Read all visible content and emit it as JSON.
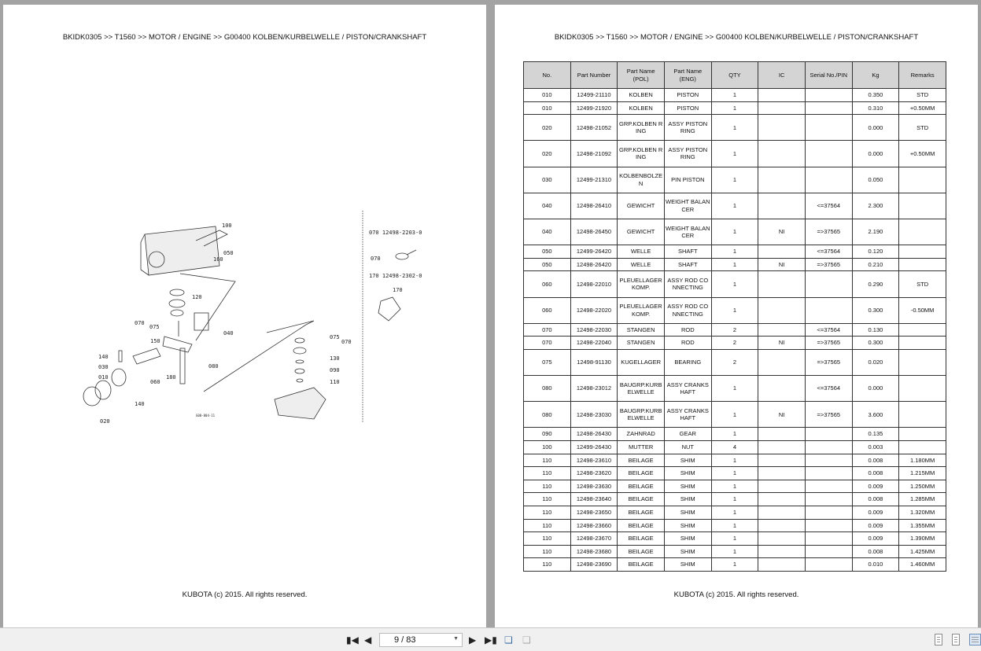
{
  "breadcrumb": "BKIDK0305 >> T1560 >> MOTOR / ENGINE >> G00400   KOLBEN/KURBELWELLE / PISTON/CRANKSHAFT",
  "footer": "KUBOTA (c) 2015. All rights reserved.",
  "diagram": {
    "callouts": [
      "100",
      "050",
      "160",
      "120",
      "070",
      "075",
      "040",
      "150",
      "140",
      "030",
      "010",
      "080",
      "180",
      "060",
      "140",
      "020",
      "075",
      "070",
      "130",
      "090",
      "110"
    ],
    "inset": [
      "070  12498-2203-0",
      "070",
      "170  12498-2302-0",
      "170"
    ],
    "code": "G00-004-11"
  },
  "table": {
    "headers": [
      "No.",
      "Part Number",
      "Part Name (POL)",
      "Part Name (ENG)",
      "QTY",
      "IC",
      "Serial No./PIN",
      "Kg",
      "Remarks"
    ],
    "rows": [
      [
        "010",
        "12499-21110",
        "KOLBEN",
        "PISTON",
        "1",
        "",
        "",
        "0.350",
        "STD"
      ],
      [
        "010",
        "12499-21920",
        "KOLBEN",
        "PISTON",
        "1",
        "",
        "",
        "0.310",
        "+0.50MM"
      ],
      [
        "020",
        "12498-21052",
        "GRP.KOLBEN RING",
        "ASSY PISTON RING",
        "1",
        "",
        "",
        "0.000",
        "STD"
      ],
      [
        "020",
        "12498-21092",
        "GRP.KOLBEN RING",
        "ASSY PISTON RING",
        "1",
        "",
        "",
        "0.000",
        "+0.50MM"
      ],
      [
        "030",
        "12499-21310",
        "KOLBENBOLZEN",
        "PIN PISTON",
        "1",
        "",
        "",
        "0.050",
        ""
      ],
      [
        "040",
        "12498-26410",
        "GEWICHT",
        "WEIGHT BALANCER",
        "1",
        "",
        "<=37564",
        "2.300",
        ""
      ],
      [
        "040",
        "12498-26450",
        "GEWICHT",
        "WEIGHT BALANCER",
        "1",
        "NI",
        "=>37565",
        "2.190",
        ""
      ],
      [
        "050",
        "12499-26420",
        "WELLE",
        "SHAFT",
        "1",
        "",
        "<=37564",
        "0.120",
        ""
      ],
      [
        "050",
        "12498-26420",
        "WELLE",
        "SHAFT",
        "1",
        "NI",
        "=>37565",
        "0.210",
        ""
      ],
      [
        "060",
        "12498-22010",
        "PLEUELLAGER KOMP.",
        "ASSY ROD CONNECTING",
        "1",
        "",
        "",
        "0.290",
        "STD"
      ],
      [
        "060",
        "12498-22020",
        "PLEUELLAGER KOMP.",
        "ASSY ROD CONNECTING",
        "1",
        "",
        "",
        "0.300",
        "-0.50MM"
      ],
      [
        "070",
        "12498-22030",
        "STANGEN",
        "ROD",
        "2",
        "",
        "<=37564",
        "0.130",
        ""
      ],
      [
        "070",
        "12498-22040",
        "STANGEN",
        "ROD",
        "2",
        "NI",
        "=>37565",
        "0.300",
        ""
      ],
      [
        "075",
        "12498-91130",
        "KUGELLAGER",
        "BEARING",
        "2",
        "",
        "=>37565",
        "0.020",
        ""
      ],
      [
        "080",
        "12498-23012",
        "BAUGRP.KURBELWELLE",
        "ASSY CRANKSHAFT",
        "1",
        "",
        "<=37564",
        "0.000",
        ""
      ],
      [
        "080",
        "12498-23030",
        "BAUGRP.KURBELWELLE",
        "ASSY CRANKSHAFT",
        "1",
        "NI",
        "=>37565",
        "3.600",
        ""
      ],
      [
        "090",
        "12498-26430",
        "ZAHNRAD",
        "GEAR",
        "1",
        "",
        "",
        "0.135",
        ""
      ],
      [
        "100",
        "12499-26430",
        "MUTTER",
        "NUT",
        "4",
        "",
        "",
        "0.003",
        ""
      ],
      [
        "110",
        "12498-23610",
        "BEILAGE",
        "SHIM",
        "1",
        "",
        "",
        "0.008",
        "1.180MM"
      ],
      [
        "110",
        "12498-23620",
        "BEILAGE",
        "SHIM",
        "1",
        "",
        "",
        "0.008",
        "1.215MM"
      ],
      [
        "110",
        "12498-23630",
        "BEILAGE",
        "SHIM",
        "1",
        "",
        "",
        "0.009",
        "1.250MM"
      ],
      [
        "110",
        "12498-23640",
        "BEILAGE",
        "SHIM",
        "1",
        "",
        "",
        "0.008",
        "1.285MM"
      ],
      [
        "110",
        "12498-23650",
        "BEILAGE",
        "SHIM",
        "1",
        "",
        "",
        "0.009",
        "1.320MM"
      ],
      [
        "110",
        "12498-23660",
        "BEILAGE",
        "SHIM",
        "1",
        "",
        "",
        "0.009",
        "1.355MM"
      ],
      [
        "110",
        "12498-23670",
        "BEILAGE",
        "SHIM",
        "1",
        "",
        "",
        "0.009",
        "1.390MM"
      ],
      [
        "110",
        "12498-23680",
        "BEILAGE",
        "SHIM",
        "1",
        "",
        "",
        "0.008",
        "1.425MM"
      ],
      [
        "110",
        "12498-23690",
        "BEILAGE",
        "SHIM",
        "1",
        "",
        "",
        "0.010",
        "1.460MM"
      ]
    ]
  },
  "toolbar": {
    "page": "9 / 83",
    "current_page": 9,
    "total_pages": 83
  }
}
